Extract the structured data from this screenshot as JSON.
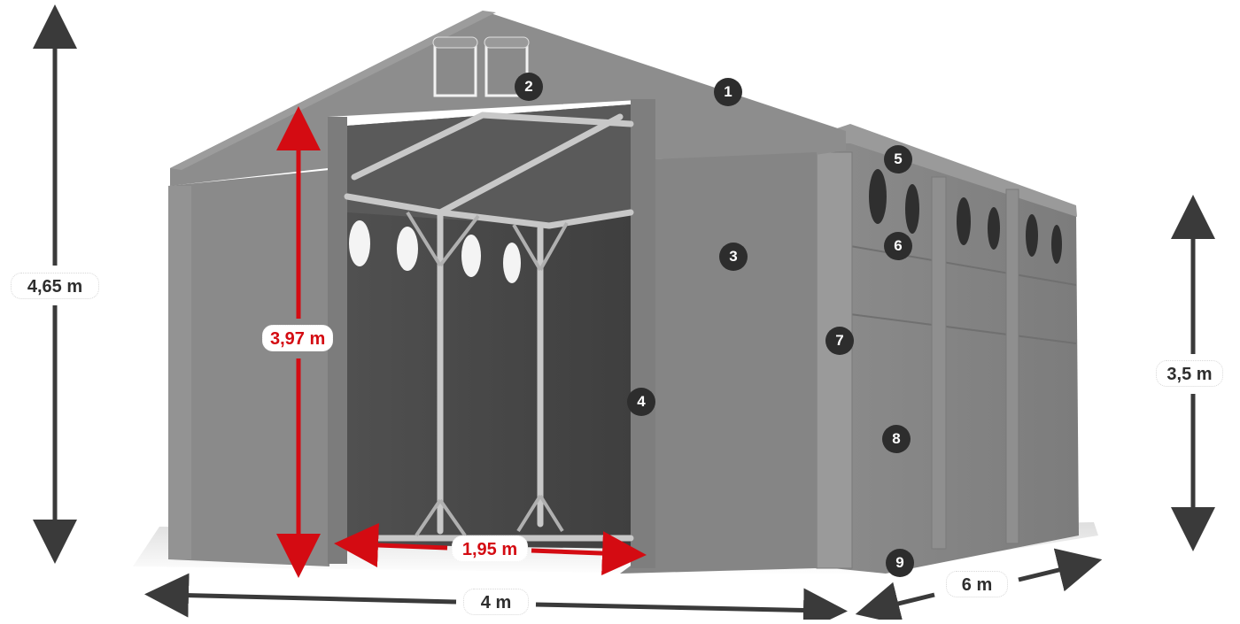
{
  "diagram": {
    "subject": "storage tent",
    "colors": {
      "tent_fabric": "#8a8a8a",
      "tent_dark": "#6a6a6a",
      "interior": "#4a4a4a",
      "frame": "#bdbdbd",
      "dimension_dark": "#3a3a3a",
      "dimension_red": "#d40b12",
      "marker_bg": "#2d2d2d",
      "marker_text": "#ffffff"
    },
    "dimensions": {
      "total_height": "4,65 m",
      "door_height": "3,97 m",
      "door_width": "1,95 m",
      "side_height": "3,5 m",
      "width": "4 m",
      "length": "6 m"
    },
    "markers": [
      {
        "number": "1",
        "feature": "roof"
      },
      {
        "number": "2",
        "feature": "gable-ventilation-windows"
      },
      {
        "number": "3",
        "feature": "front-wall"
      },
      {
        "number": "4",
        "feature": "door-fastener"
      },
      {
        "number": "5",
        "feature": "eave"
      },
      {
        "number": "6",
        "feature": "side-windows"
      },
      {
        "number": "7",
        "feature": "corner-post-cover"
      },
      {
        "number": "8",
        "feature": "side-wall"
      },
      {
        "number": "9",
        "feature": "ground-skirt"
      }
    ]
  }
}
